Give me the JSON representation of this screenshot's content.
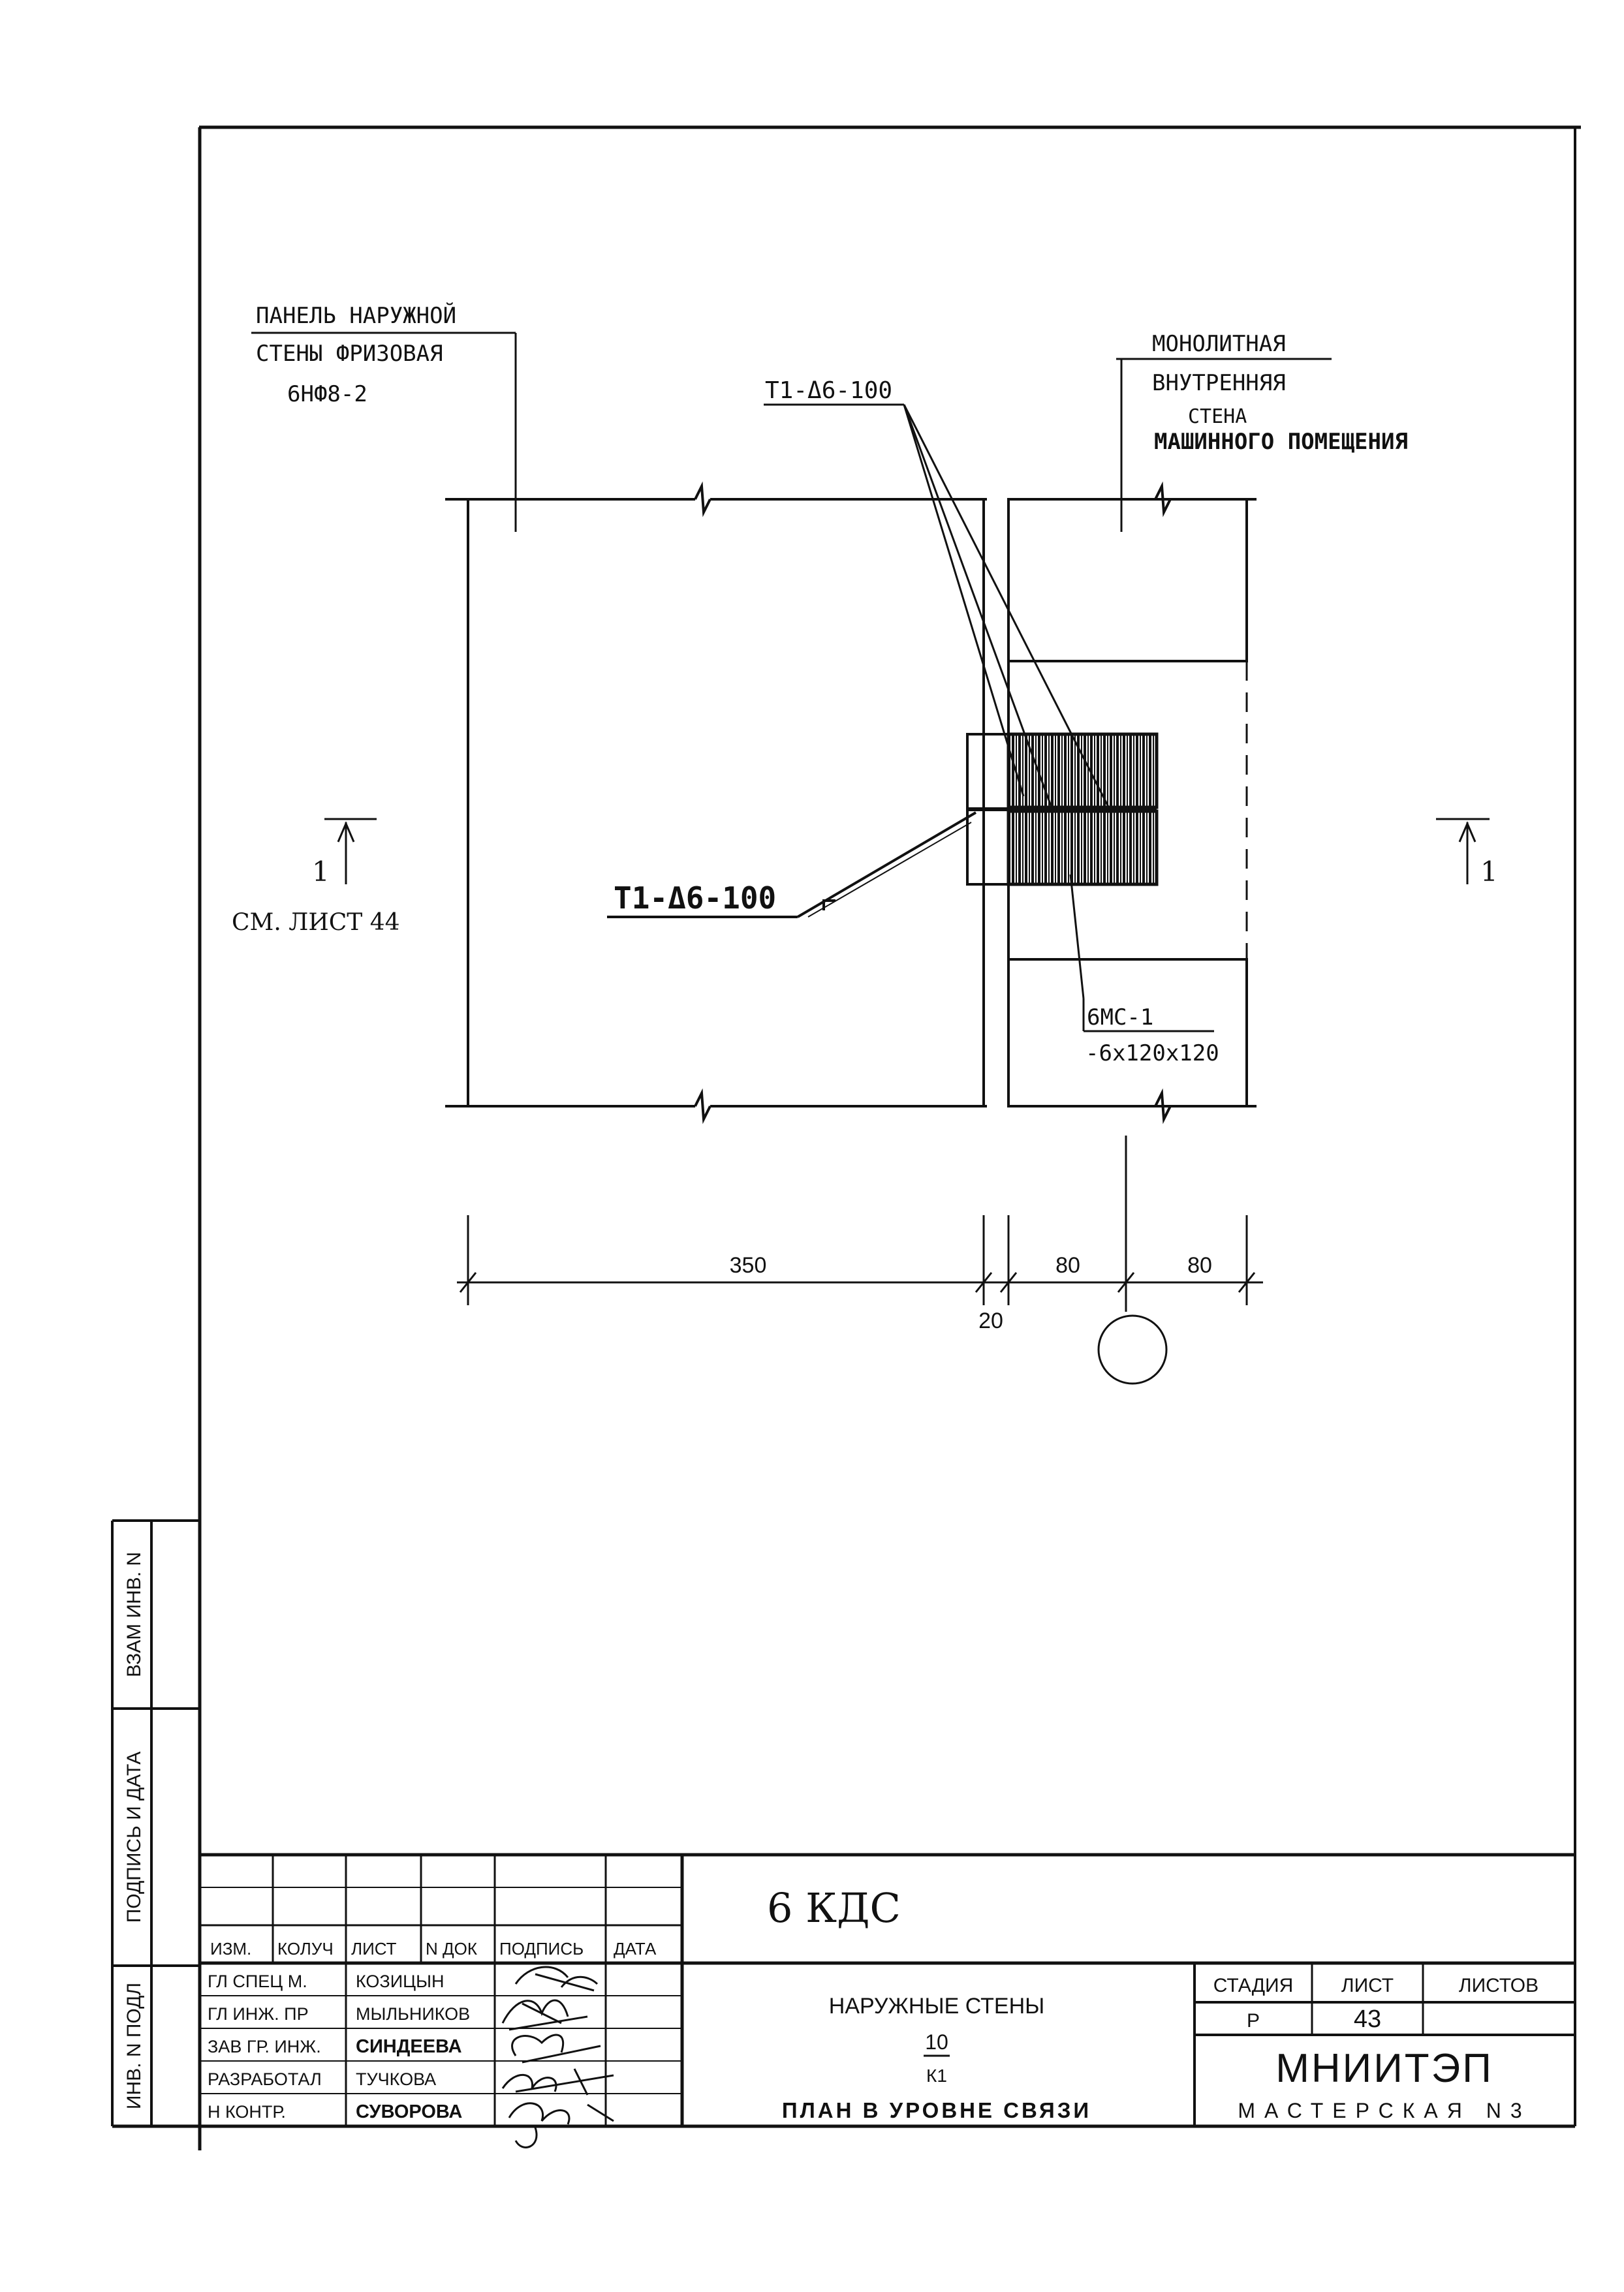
{
  "drawing": {
    "wall_panel_label": [
      "ПАНЕЛЬ НАРУЖНОЙ",
      "СТЕНЫ ФРИЗОВАЯ",
      "6НФ8-2"
    ],
    "monolithic_wall_label": [
      "МОНОЛИТНАЯ",
      "ВНУТРЕННЯЯ",
      "СТЕНА",
      "МАШИННОГО ПОМЕЩЕНИЯ"
    ],
    "weld_top": "Т1-Δ6-100",
    "weld_left": "Т1-Δ6-100",
    "plate_label": [
      "6МС-1",
      "-6х120х120"
    ],
    "section_mark": "1",
    "see_sheet": "СМ. ЛИСТ 44",
    "dims": {
      "d350": "350",
      "d20": "20",
      "d80a": "80",
      "d80b": "80"
    }
  },
  "margin": {
    "inv_orig": "ИНВ. N ПОДЛ",
    "sign_date": "ПОДПИСЬ И ДАТА",
    "replace_inv": "ВЗАМ ИНВ. N"
  },
  "title_block": {
    "code": "6 КДС",
    "headers": [
      "ИЗМ.",
      "КОЛУЧ",
      "ЛИСТ",
      "N ДОК",
      "ПОДПИСЬ",
      "ДАТА"
    ],
    "people": [
      {
        "role": "ГЛ СПЕЦ М.",
        "name": "КОЗИЦЫН"
      },
      {
        "role": "ГЛ ИНЖ. ПР",
        "name": "МЫЛЬНИКОВ"
      },
      {
        "role": "ЗАВ ГР. ИНЖ.",
        "name": "СИНДЕЕВА"
      },
      {
        "role": "РАЗРАБОТАЛ",
        "name": "ТУЧКОВА"
      },
      {
        "role": "Н КОНТР.",
        "name": "СУВОРОВА"
      }
    ],
    "subject": "НАРУЖНЫЕ СТЕНЫ",
    "fraction_top": "10",
    "fraction_bottom": "К1",
    "sheet_title": "ПЛАН В УРОВНЕ СВЯЗИ",
    "stage_label": "СТАДИЯ",
    "sheet_label": "ЛИСТ",
    "sheets_label": "ЛИСТОВ",
    "stage": "Р",
    "sheet": "43",
    "sheets": "",
    "org": "МНИИТЭП",
    "workshop": "МАСТЕРСКАЯ N3"
  }
}
